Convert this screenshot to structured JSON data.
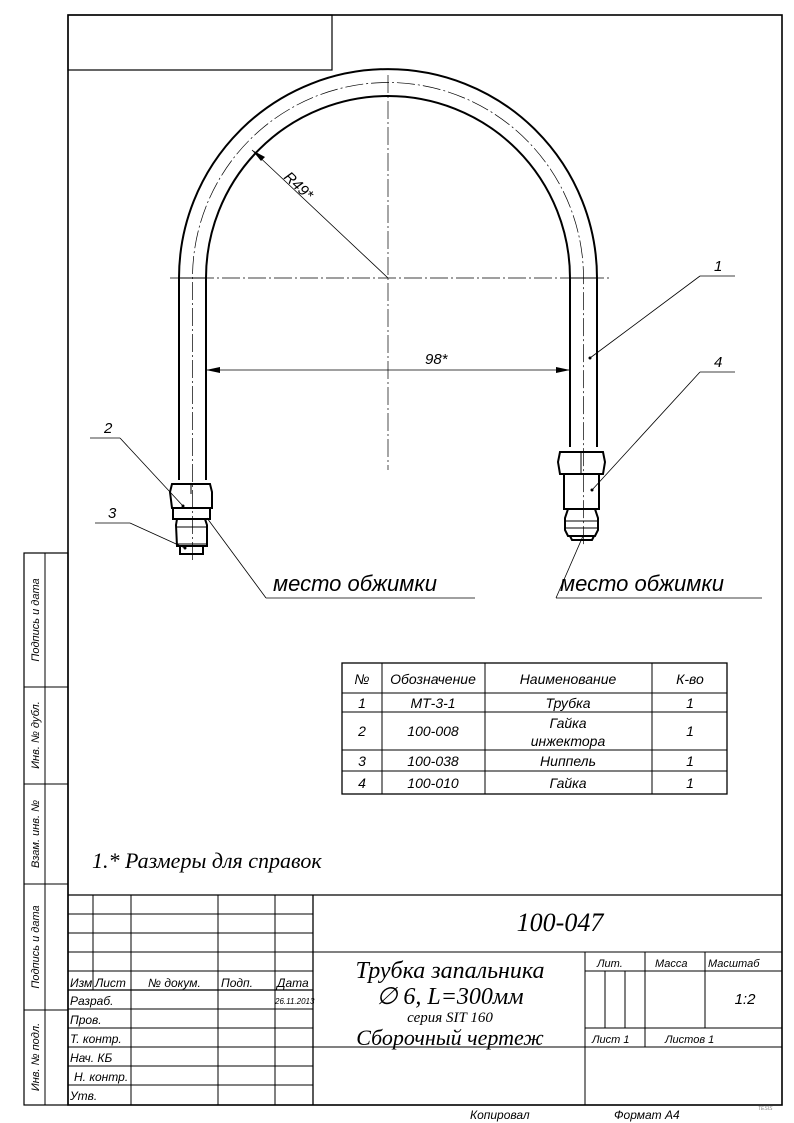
{
  "drawing": {
    "radius_label": "R49*",
    "width_label": "98*",
    "callouts": [
      "1",
      "2",
      "3",
      "4"
    ],
    "crimp_label_left": "место обжимки",
    "crimp_label_right": "место обжимки",
    "note": "1.* Размеры для справок"
  },
  "parts_table": {
    "headers": [
      "№",
      "Обозначение",
      "Наименование",
      "К-во"
    ],
    "rows": [
      {
        "n": "1",
        "code": "МТ-3-1",
        "name": "Трубка",
        "name2": "",
        "qty": "1"
      },
      {
        "n": "2",
        "code": "100-008",
        "name": "Гайка",
        "name2": "инжектора",
        "qty": "1"
      },
      {
        "n": "3",
        "code": "100-038",
        "name": "Ниппель",
        "name2": "",
        "qty": "1"
      },
      {
        "n": "4",
        "code": "100-010",
        "name": "Гайка",
        "name2": "",
        "qty": "1"
      }
    ]
  },
  "side_strip": [
    "Подпись и дата",
    "Инв. № дубл.",
    "Взам. инв. №",
    "Подпись и дата",
    "Инв. № подл."
  ],
  "title_block": {
    "designation": "100-047",
    "title_line1": "Трубка запальника",
    "title_line2": "∅ 6, L=300мм",
    "title_line3": "серия SIT 160",
    "title_line4": "Сборочный чертеж",
    "col_headers": [
      "Изм",
      "Лист",
      "№ докум.",
      "Подп.",
      "Дата"
    ],
    "roles": [
      "Разраб.",
      "Пров.",
      "Т. контр.",
      "Нач. КБ",
      "Н. контр.",
      "Утв."
    ],
    "date": "26.11.2013",
    "lit_label": "Лит.",
    "mass_label": "Масса",
    "scale_label": "Масштаб",
    "scale_value": "1:2",
    "sheet": "Лист 1",
    "sheets": "Листов 1"
  },
  "footer": {
    "copied": "Копировал",
    "format": "Формат А4",
    "software": "TESIS"
  }
}
